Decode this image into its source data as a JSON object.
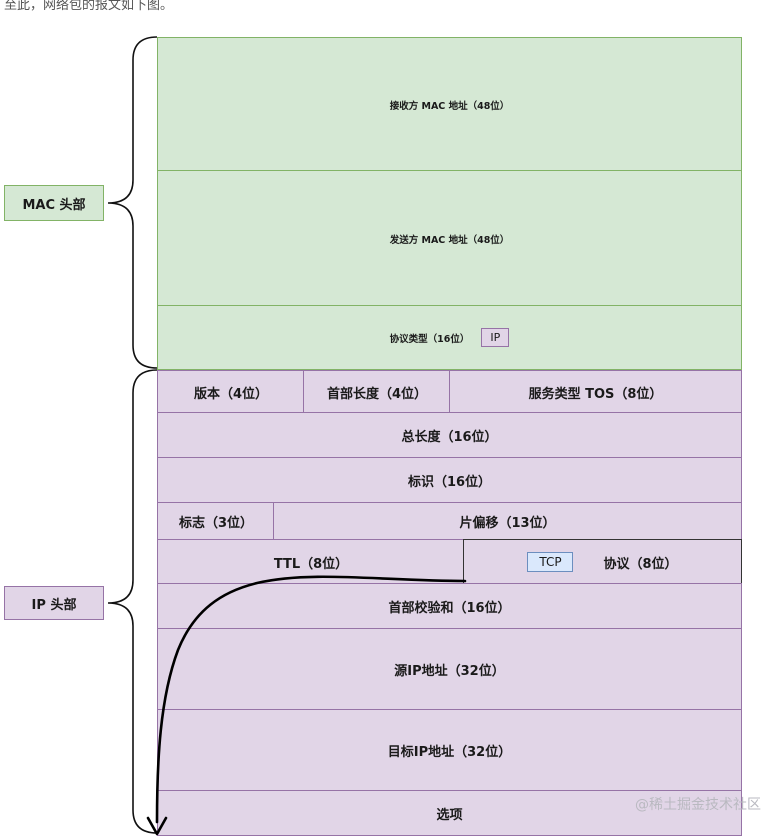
{
  "intro_text": "至此，网络包的报文如下图。",
  "groups": {
    "mac_header": "MAC 头部",
    "ip_header": "IP 头部"
  },
  "mac_fields": {
    "dest_mac": "接收方 MAC 地址（48位）",
    "src_mac": "发送方 MAC 地址（48位）",
    "protocol_type": "协议类型（16位）",
    "protocol_tag": "IP"
  },
  "ip_fields": {
    "version": "版本（4位）",
    "header_length": "首部长度（4位）",
    "tos": "服务类型 TOS（8位）",
    "total_length": "总长度（16位）",
    "identification": "标识（16位）",
    "flags": "标志（3位）",
    "fragment_offset": "片偏移（13位）",
    "ttl": "TTL（8位）",
    "protocol_tag": "TCP",
    "protocol": "协议（8位）",
    "checksum": "首部校验和（16位）",
    "src_ip": "源IP地址（32位）",
    "dest_ip": "目标IP地址（32位）",
    "options": "选项"
  },
  "watermark": "@稀土掘金技术社区",
  "colors": {
    "mac_fill": "#d5e8d4",
    "mac_stroke": "#82b366",
    "ip_fill": "#e1d5e7",
    "ip_stroke": "#9673a6",
    "tcp_fill": "#dae8fc",
    "tcp_stroke": "#6c8ebf"
  }
}
